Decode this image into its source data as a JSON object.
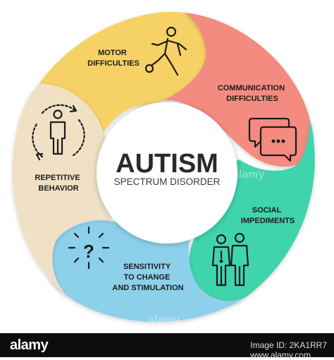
{
  "diagram": {
    "title": "AUTISM",
    "subtitle": "SPECTRUM DISORDER",
    "segments": [
      {
        "id": "motor",
        "lines": [
          "MOTOR",
          "DIFFICULTIES"
        ],
        "color": "#f6d165"
      },
      {
        "id": "communication",
        "lines": [
          "COMMUNICATION",
          "DIFFICULTIES"
        ],
        "color": "#f48b80"
      },
      {
        "id": "social",
        "lines": [
          "SOCIAL",
          "IMPEDIMENTS"
        ],
        "color": "#3fd4ad"
      },
      {
        "id": "sensitivity",
        "lines": [
          "SENSITIVITY",
          "TO CHANGE",
          "AND STIMULATION"
        ],
        "color": "#8dd0ea"
      },
      {
        "id": "repetitive",
        "lines": [
          "REPETITIVE",
          "BEHAVIOR"
        ],
        "color": "#f0e1c5"
      }
    ],
    "icons": {
      "motor": "person-kicking-ball-icon",
      "communication": "speech-bubbles-icon",
      "social": "two-people-icon",
      "sensitivity": "question-mark-burst-icon",
      "repetitive": "person-cycle-icon"
    }
  },
  "watermark": "alamy",
  "footer": {
    "logo": "alamy",
    "image_id": "Image ID: 2KA1RR7",
    "url": "www.alamy.com"
  }
}
